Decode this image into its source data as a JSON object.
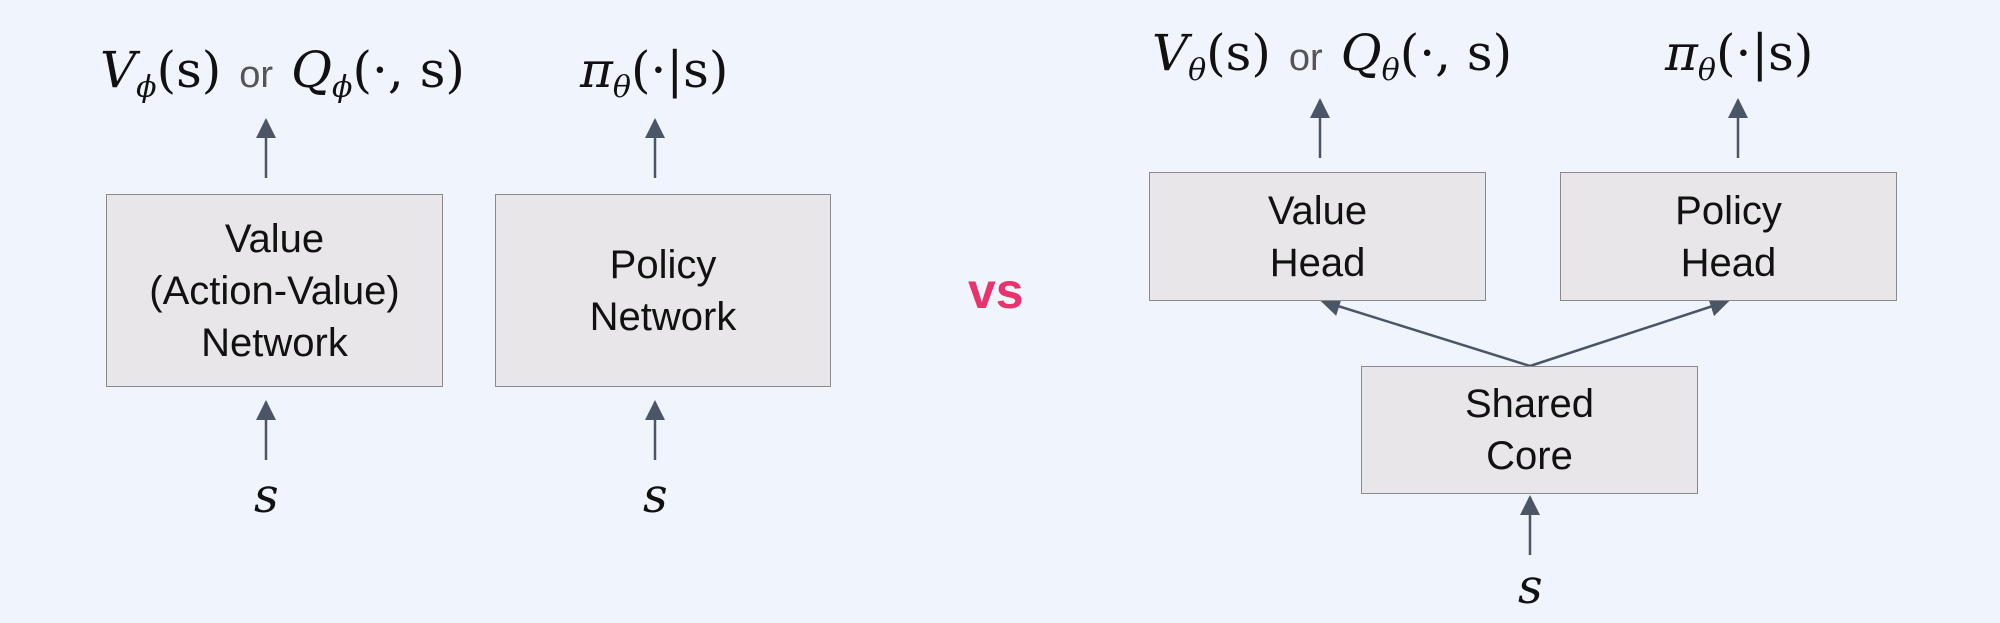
{
  "left": {
    "value_box": "Value\n(Action-Value)\nNetwork",
    "policy_box": "Policy\nNetwork",
    "value_output": {
      "v": "V",
      "sub": "ϕ",
      "args": "(s)",
      "or": "or",
      "q": "Q",
      "q_sub": "ϕ",
      "q_args": "(·, s)"
    },
    "policy_output": {
      "pi": "π",
      "sub": "θ",
      "args": "(·|s)"
    },
    "value_input": "s",
    "policy_input": "s"
  },
  "vs_label": "vs",
  "right": {
    "value_head": "Value\nHead",
    "policy_head": "Policy\nHead",
    "shared_core": "Shared\nCore",
    "value_output": {
      "v": "V",
      "sub": "θ",
      "args": "(s)",
      "or": "or",
      "q": "Q",
      "q_sub": "θ",
      "q_args": "(·, s)"
    },
    "policy_output": {
      "pi": "π",
      "sub": "θ",
      "args": "(·|s)"
    },
    "core_input": "s"
  },
  "colors": {
    "background": "#eff4fd",
    "box_fill": "#e8e6e8",
    "box_border": "#8a8a8c",
    "arrow": "#4a5566",
    "vs": "#e8336c"
  }
}
